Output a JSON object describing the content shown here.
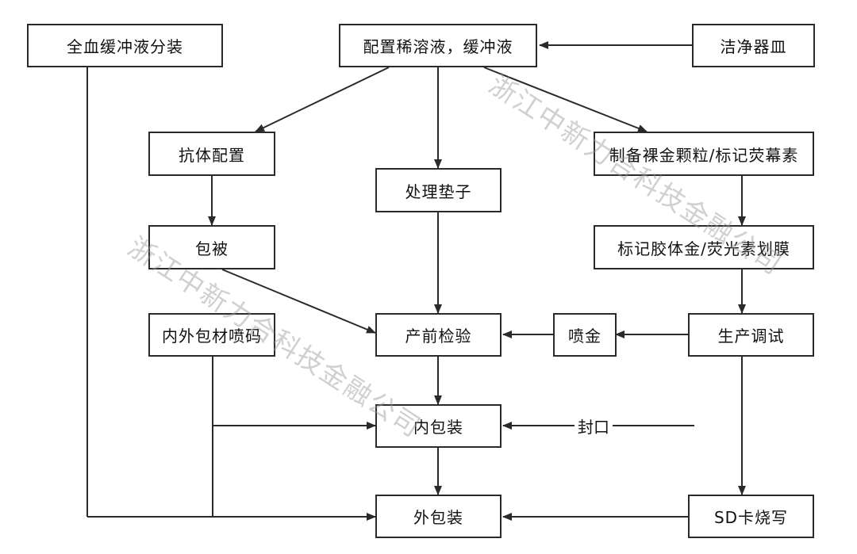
{
  "nodes": {
    "whole_blood": "全血缓冲液分装",
    "prepare_dilution": "配置稀溶液，缓冲液",
    "clean_vessels": "洁净器皿",
    "antibody_prep": "抗体配置",
    "process_pad": "处理垫子",
    "prepare_gold": "制备裸金颗粒/标记荧幕素",
    "coating": "包被",
    "label_membrane": "标记胶体金/荧光素划膜",
    "packaging_spray": "内外包材喷码",
    "pre_inspection": "产前检验",
    "spray_gold": "喷金",
    "production_debug": "生产调试",
    "inner_packaging": "内包装",
    "seal": "封口",
    "outer_packaging": "外包装",
    "sd_card": "SD卡烧写"
  },
  "watermark": "浙江中新力合科技金融公司",
  "colors": {
    "line": "#2a2a2a",
    "box_border": "#2a2a2a"
  }
}
